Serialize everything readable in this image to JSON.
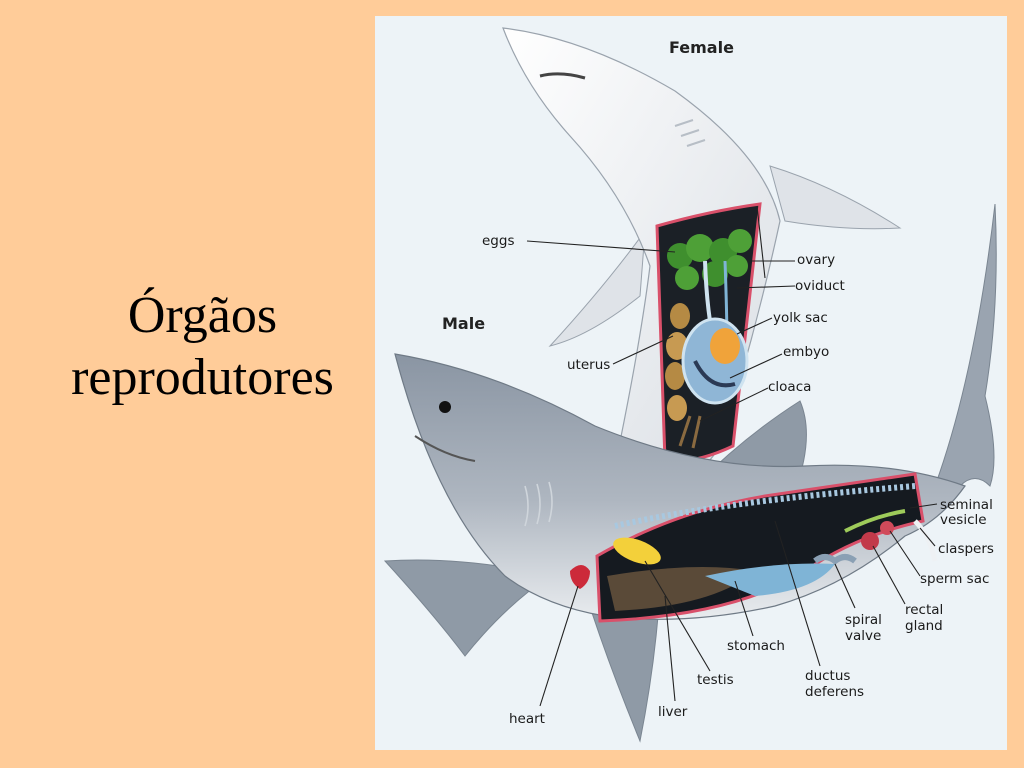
{
  "slide": {
    "title_line1": "Órgãos",
    "title_line2": "reprodutores",
    "background_color": "#FFCC99"
  },
  "diagram": {
    "female_heading": "Female",
    "male_heading": "Male",
    "female_labels": {
      "eggs": "eggs",
      "ovary": "ovary",
      "oviduct": "oviduct",
      "yolk_sac": "yolk sac",
      "uterus": "uterus",
      "embryo": "embyo",
      "cloaca": "cloaca"
    },
    "male_labels": {
      "seminal_vesicle_1": "seminal",
      "seminal_vesicle_2": "vesicle",
      "claspers": "claspers",
      "sperm_sac": "sperm sac",
      "rectal_gland_1": "rectal",
      "rectal_gland_2": "gland",
      "spiral_valve_1": "spiral",
      "spiral_valve_2": "valve",
      "stomach": "stomach",
      "ductus_deferens_1": "ductus",
      "ductus_deferens_2": "deferens",
      "testis": "testis",
      "liver": "liver",
      "heart": "heart"
    }
  }
}
